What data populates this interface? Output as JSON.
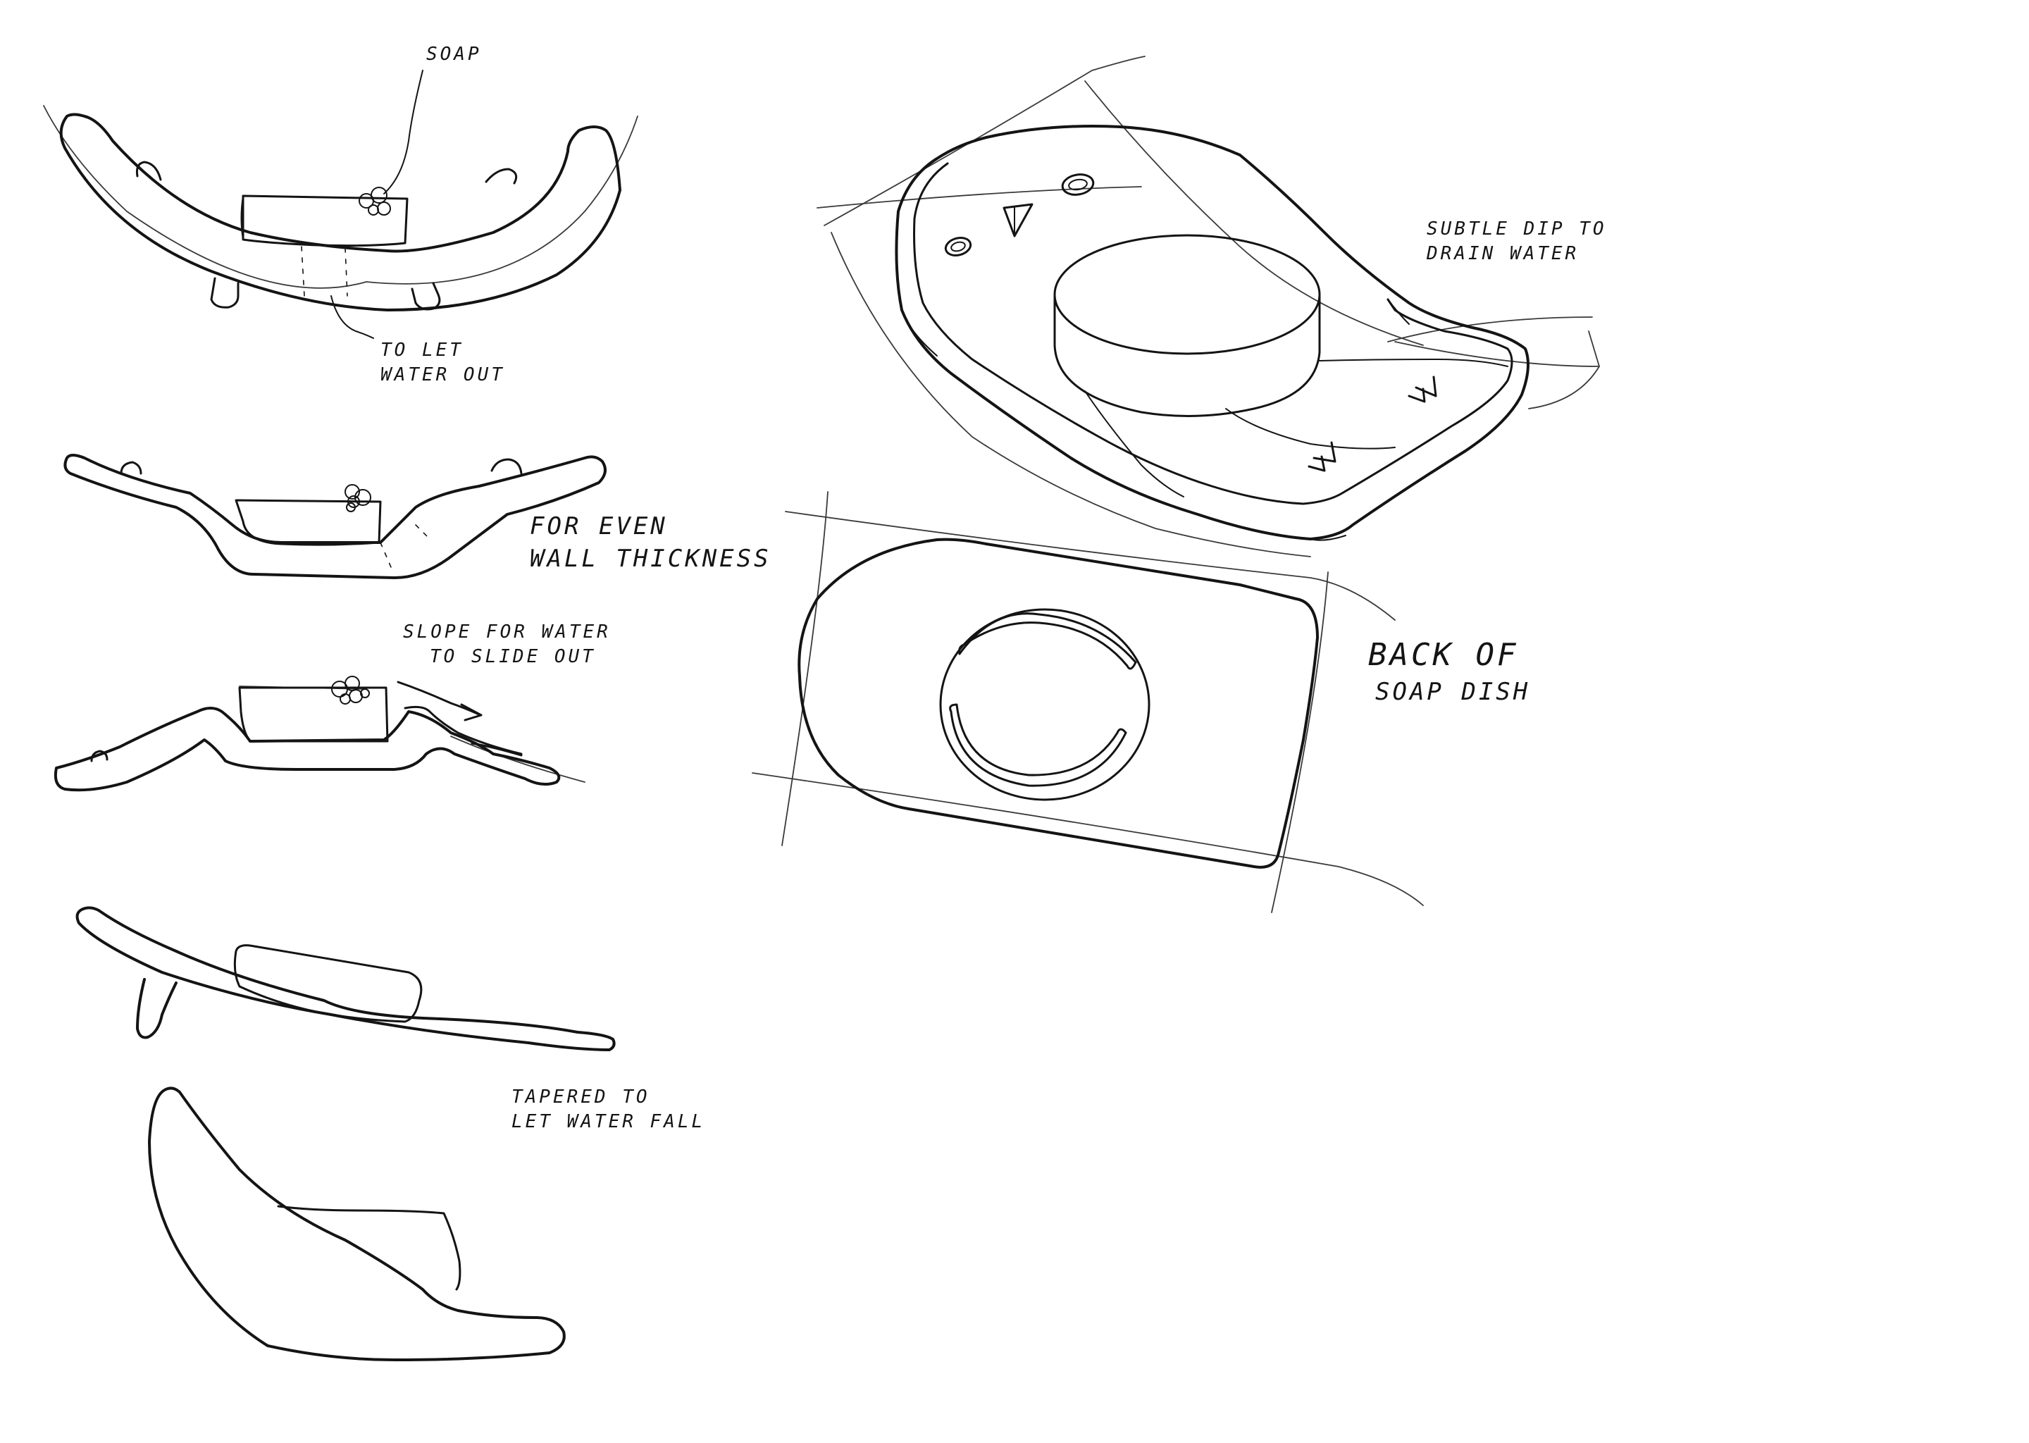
{
  "annotations": {
    "soap": "SOAP",
    "to_let_water_out_1": "TO LET",
    "to_let_water_out_2": "WATER OUT",
    "even_wall_1": "FOR EVEN",
    "even_wall_2": "WALL THICKNESS",
    "slope_1": "SLOPE FOR WATER",
    "slope_2": "TO SLIDE OUT",
    "tapered_1": "TAPERED TO",
    "tapered_2": "LET WATER FALL",
    "subtle_dip_1": "SUBTLE DIP TO",
    "subtle_dip_2": "DRAIN WATER",
    "back_1": "BACK OF",
    "back_2": "SOAP DISH"
  },
  "colors": {
    "ink": "#141414",
    "paper": "#ffffff"
  }
}
